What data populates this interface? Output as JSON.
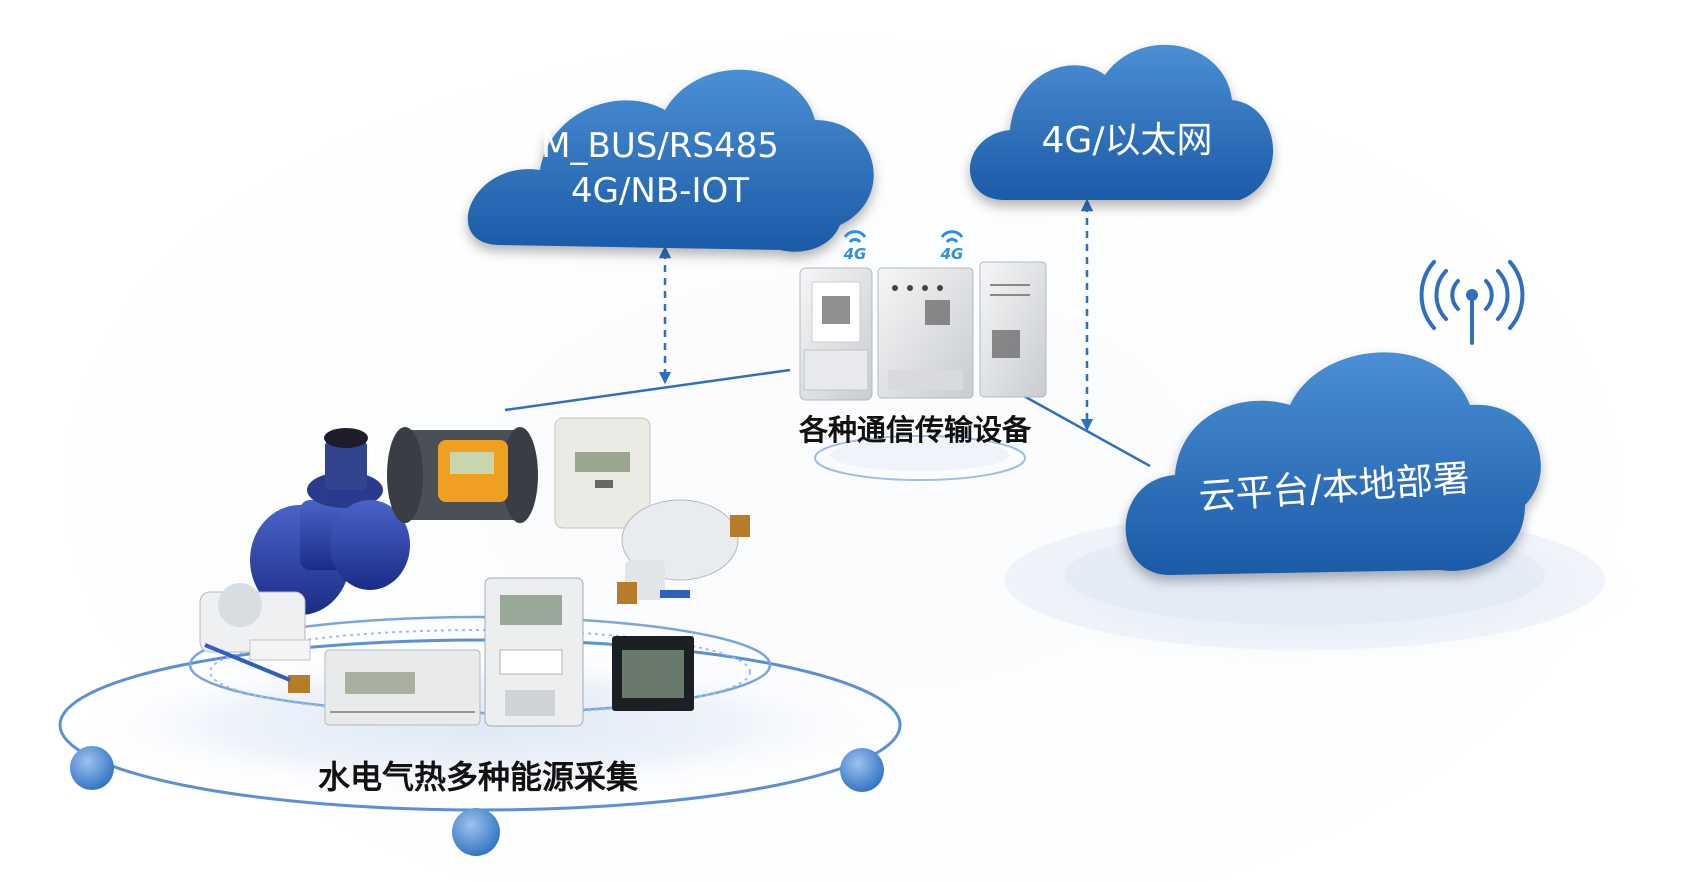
{
  "clouds": {
    "bus": {
      "line1": "M_BUS/RS485",
      "line2": "4G/NB-IOT"
    },
    "net": {
      "label": "4G/以太网"
    },
    "platform": {
      "label": "云平台/本地部署"
    }
  },
  "badges": {
    "signal": "4G"
  },
  "captions": {
    "devices": "各种通信传输设备",
    "meters": "水电气热多种能源采集"
  },
  "colors": {
    "cloud_light": "#3f86cc",
    "cloud_dark": "#1c5aa6",
    "arrow": "#2f6fc0",
    "ring": "#5b8fd6",
    "dot": "#3f7fcf",
    "caption": "#111111"
  },
  "icons": {
    "antenna": "antenna-signal-icon",
    "arrows": "double-arrow-icon"
  }
}
